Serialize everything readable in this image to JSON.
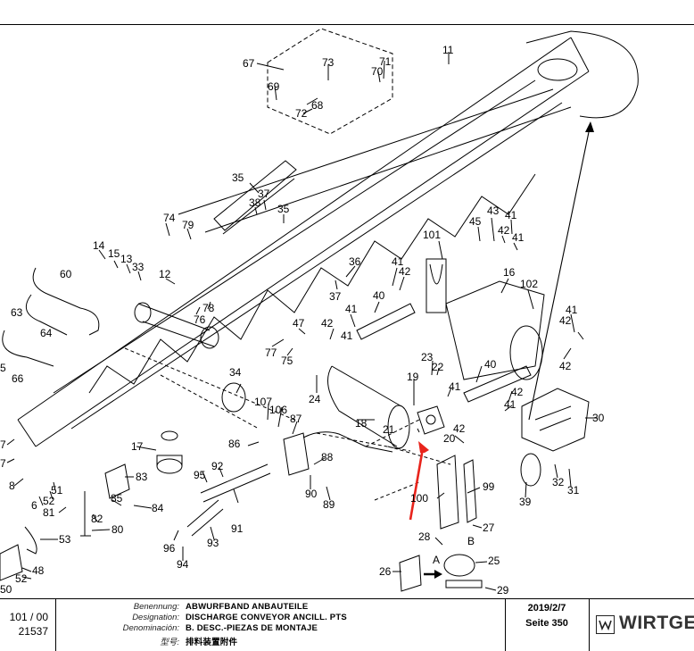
{
  "callouts": {
    "n67": "67",
    "n73": "73",
    "n71": "71",
    "n70": "70",
    "n69": "69",
    "n68": "68",
    "n72": "72",
    "n11": "11",
    "n35a": "35",
    "n37a": "37",
    "n38": "38",
    "n35b": "35",
    "n74": "74",
    "n79": "79",
    "n14": "14",
    "n15": "15",
    "n13": "13",
    "n33": "33",
    "n60": "60",
    "n12": "12",
    "n76": "76",
    "n78": "78",
    "n63": "63",
    "n64": "64",
    "n65": "5",
    "n66": "66",
    "n45": "45",
    "n43": "43",
    "n41a": "41",
    "n42a": "42",
    "n41b": "41",
    "n101": "101",
    "n16": "16",
    "n102": "102",
    "n36": "36",
    "n37b": "37",
    "n41c": "41",
    "n42b": "42",
    "n40a": "40",
    "n47": "47",
    "n42c": "42",
    "n41d": "41",
    "n41e": "41",
    "n41f": "41",
    "n42d": "42",
    "n77": "77",
    "n75": "75",
    "n24": "24",
    "n34": "34",
    "n23": "23",
    "n22": "22",
    "n19": "19",
    "n40b": "40",
    "n41g": "41",
    "n42e": "42",
    "n41h": "41",
    "n42f": "42",
    "n42g": "42",
    "n20": "20",
    "n21": "21",
    "n18": "18",
    "n30": "30",
    "n107": "107",
    "n106": "106",
    "n87": "87",
    "n86": "86",
    "n17": "17",
    "n83": "83",
    "n88": "88",
    "n95": "95",
    "n92": "92",
    "n90": "90",
    "n89": "89",
    "n85": "85",
    "n84": "84",
    "n91": "91",
    "n93": "93",
    "n96": "96",
    "n94": "94",
    "n100": "100",
    "n99": "99",
    "n27": "27",
    "n28": "28",
    "n26": "26",
    "n25": "25",
    "n29": "29",
    "n32": "32",
    "n31": "31",
    "n39": "39",
    "n82": "82",
    "n80": "80",
    "n81": "81",
    "n53": "53",
    "n48": "48",
    "n52a": "52",
    "n50": "50",
    "n51": "51",
    "n52b": "52",
    "n6": "6",
    "n8": "8",
    "n7": "7",
    "n7b": "7",
    "nA": "A",
    "nB": "B"
  },
  "title_block": {
    "ref_line1": "101 / 00",
    "ref_line2": "21537",
    "rows": [
      {
        "key": "Benennung:",
        "value": "ABWURFBAND ANBAUTEILE"
      },
      {
        "key": "Designation:",
        "value": "DISCHARGE CONVEYOR ANCILL. PTS"
      },
      {
        "key": "Denominación:",
        "value": "B. DESC.-PIEZAS DE MONTAJE"
      },
      {
        "key": "型号:",
        "value": "排料装置附件"
      }
    ],
    "date": "2019/2/7",
    "page": "Seite 350",
    "brand": "WIRTGE"
  },
  "colors": {
    "arrow": "#e8241c",
    "line": "#000000"
  }
}
